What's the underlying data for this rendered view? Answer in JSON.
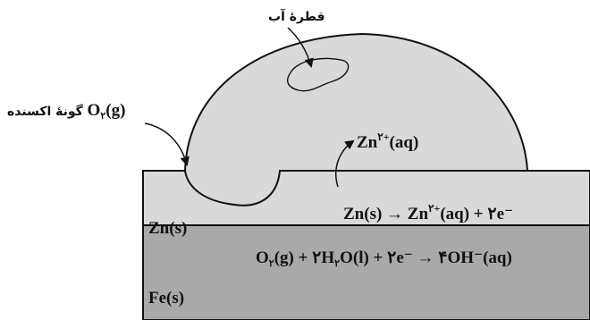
{
  "labels": {
    "water_drop": "قطرهٔ آب",
    "oxidizer_prefix": "O",
    "oxidizer_sub": "۲",
    "oxidizer_suffix": "(g)",
    "oxidizer_fa": "گونهٔ اکسنده",
    "zinc_ion_base": "Zn",
    "zinc_ion_charge": "۲+",
    "zinc_ion_state": "(aq)",
    "zinc_layer": "Zn(s)",
    "iron_layer": "Fe(s)"
  },
  "reactions": {
    "anode": {
      "lhs": "Zn(s) → Zn",
      "charge": "۲+",
      "rhs": "(aq) + ۲e⁻"
    },
    "cathode": {
      "part1": "O",
      "sub1": "۲",
      "part2": "(g) + ۲H",
      "sub2": "۲",
      "part3": "O(l) + ۲e⁻ → ۴OH⁻(aq)"
    }
  },
  "colors": {
    "zinc": "#d9d9d9",
    "iron": "#a9a9a9",
    "drop": "#d9d9d9",
    "outline": "#111111"
  }
}
